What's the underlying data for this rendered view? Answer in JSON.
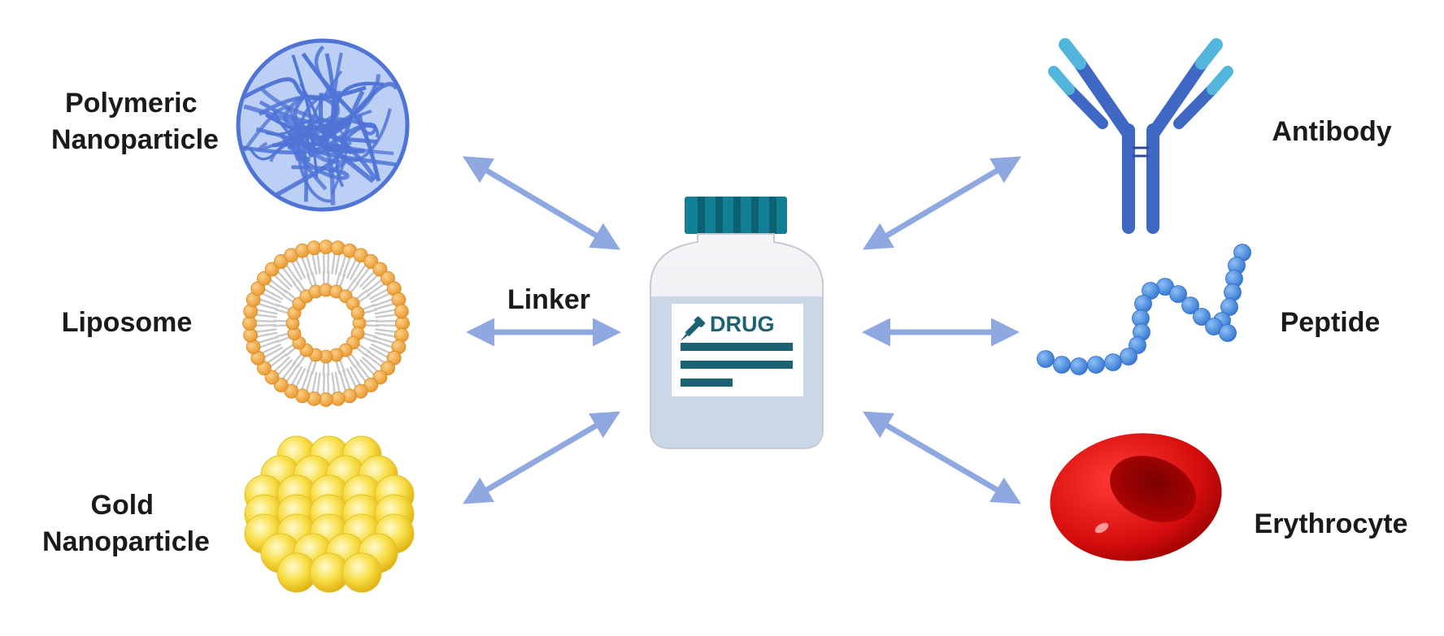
{
  "left_carriers": [
    {
      "id": "polymeric",
      "line1": "Polymeric",
      "line2": "Nanoparticle"
    },
    {
      "id": "liposome",
      "line1": "Liposome"
    },
    {
      "id": "gold",
      "line1": "Gold",
      "line2": "Nanoparticle"
    }
  ],
  "right_carriers": [
    {
      "id": "antibody",
      "line1": "Antibody"
    },
    {
      "id": "peptide",
      "line1": "Peptide"
    },
    {
      "id": "erythrocyte",
      "line1": "Erythrocyte"
    }
  ],
  "linker_label": "Linker",
  "drug": {
    "label": "DRUG"
  },
  "colors": {
    "arrow": "#8fa8e0",
    "polymer": "#4f74d6",
    "lipid_head": "#f2aa45",
    "gold": "#f6d43a",
    "antibody_dark": "#3f68c5",
    "antibody_light": "#52b6dc",
    "peptide": "#4a8ce0",
    "rbc": "#d61010",
    "cap": "#137f95",
    "drug_text": "#1c6275"
  }
}
